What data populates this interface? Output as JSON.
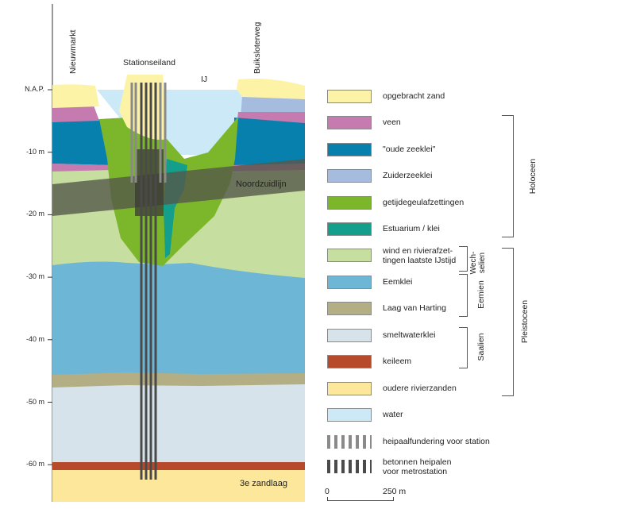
{
  "title_labels": {
    "nieuwmarkt": "Nieuwmarkt",
    "stationseiland": "Stationseiland",
    "ij": "IJ",
    "buiksloterweg": "Buiksloterweg",
    "noordzuidlijn": "Noordzuidlijn",
    "zandlaag": "3e zandlaag"
  },
  "depth_axis": {
    "labels": [
      "N.A.P.",
      "-10 m",
      "-20 m",
      "-30 m",
      "-40 m",
      "-50 m",
      "-60 m"
    ],
    "values": [
      0,
      -10,
      -20,
      -30,
      -40,
      -50,
      -60
    ]
  },
  "legend": [
    {
      "key": "opgebracht_zand",
      "label": "opgebracht zand",
      "color": "#fdf3a6"
    },
    {
      "key": "veen",
      "label": "veen",
      "color": "#c57bb0"
    },
    {
      "key": "oude_zeeklei",
      "label": "\"oude zeeklei\"",
      "color": "#0880ad"
    },
    {
      "key": "zuiderzeeklei",
      "label": "Zuiderzeeklei",
      "color": "#a5bcdf"
    },
    {
      "key": "getijdegeulafzettingen",
      "label": "getijdegeulafzettingen",
      "color": "#7cb72b"
    },
    {
      "key": "estuarium",
      "label": "Estuarium / klei",
      "color": "#149e8c"
    },
    {
      "key": "wind_rivier",
      "label": "wind en rivierafzet-\ntingen laatste IJstijd",
      "color": "#c6dea0"
    },
    {
      "key": "eemklei",
      "label": "Eemklei",
      "color": "#6db6d5"
    },
    {
      "key": "laag_van_harting",
      "label": "Laag van Harting",
      "color": "#b3ae84"
    },
    {
      "key": "smeltwaterklei",
      "label": "smeltwaterklei",
      "color": "#d7e3ea"
    },
    {
      "key": "keileem",
      "label": "keileem",
      "color": "#b84a2c"
    },
    {
      "key": "oudere_rivierzanden",
      "label": "oudere rivierzanden",
      "color": "#fde79b"
    },
    {
      "key": "water",
      "label": "water",
      "color": "#cbe9f6"
    },
    {
      "key": "heipaal_station",
      "label": "heipaalfundering voor station",
      "color": "#8a8a8a",
      "pattern": true
    },
    {
      "key": "heipaal_metro",
      "label": "betonnen heipalen\nvoor metrostation",
      "color": "#4a4a4a",
      "pattern": true
    }
  ],
  "period_brackets": {
    "holoceen": "Holoceen",
    "pleistoceen": "Pleistoceen",
    "weichselien": "Wech-\nselien",
    "eemien": "Eemien",
    "saalien": "Saalien"
  },
  "scale": {
    "start": "0",
    "end": "250 m"
  },
  "colors": {
    "tunnel": "#55584a",
    "station_block": "#3a3a32",
    "pile_dark": "#4a4a4a",
    "pile_light": "#8a8a8a"
  }
}
